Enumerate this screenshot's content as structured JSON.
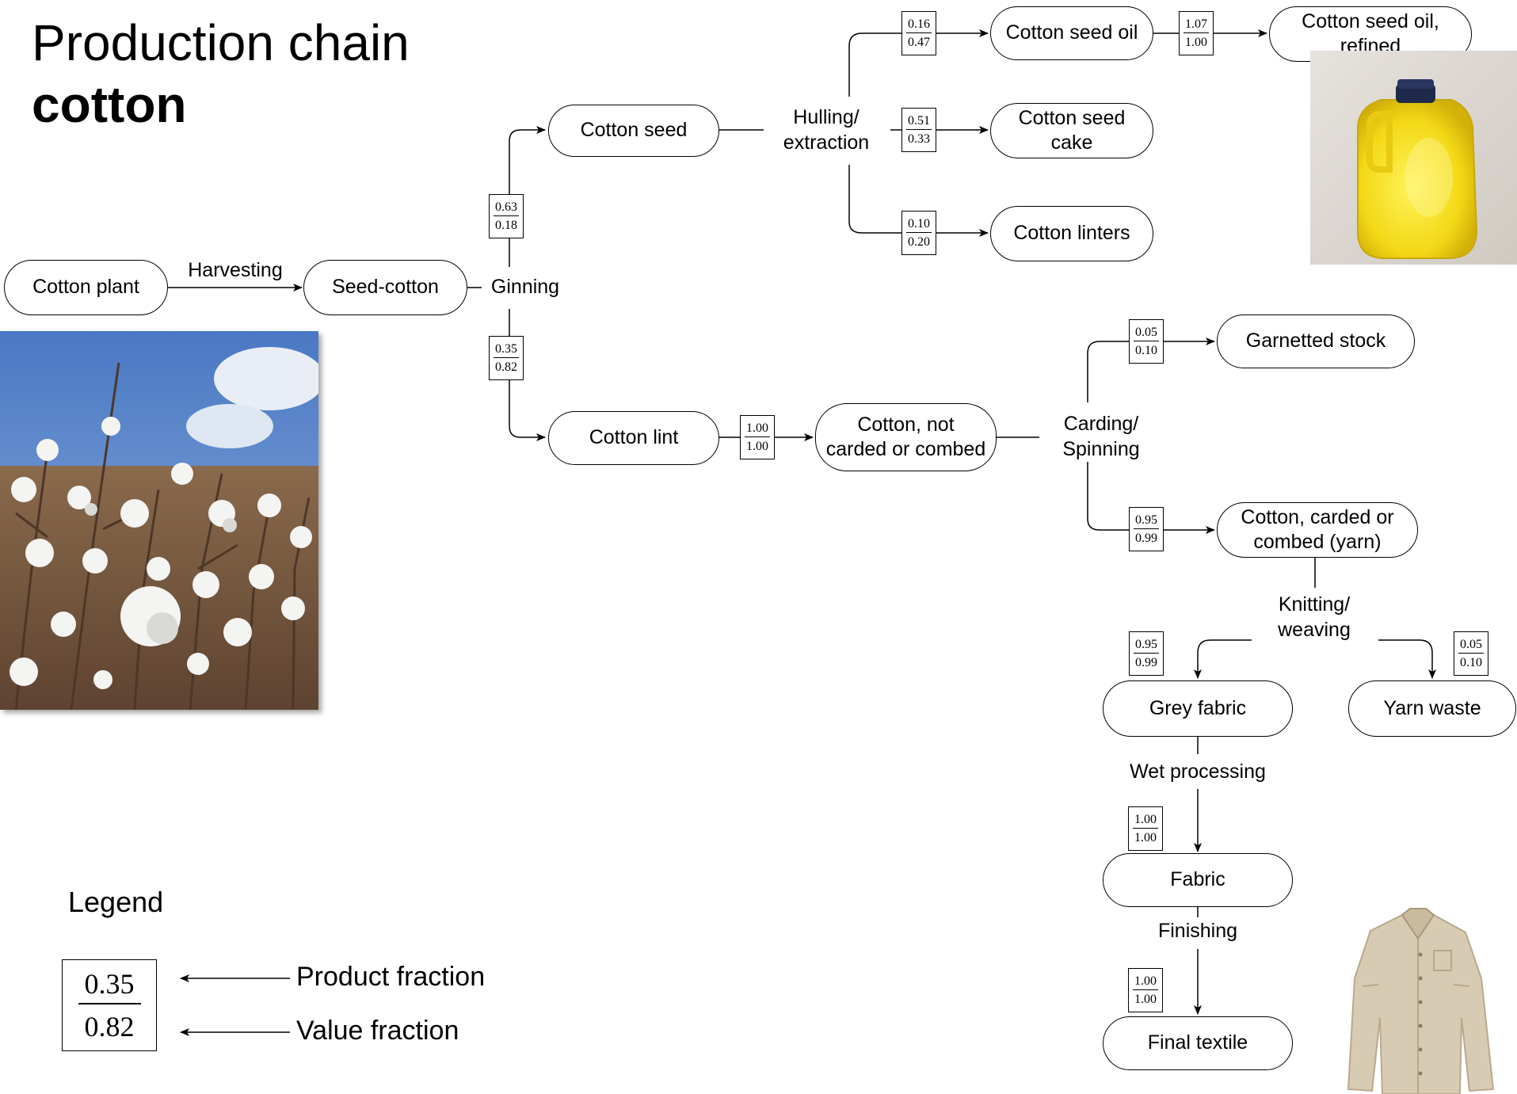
{
  "title": {
    "line1": "Production chain",
    "line2": "cotton"
  },
  "nodes": {
    "cotton_plant": "Cotton plant",
    "seed_cotton": "Seed-cotton",
    "cotton_seed": "Cotton seed",
    "cotton_lint": "Cotton lint",
    "cotton_seed_oil": "Cotton seed oil",
    "cotton_seed_oil_refined": "Cotton seed oil,\nrefined",
    "cotton_seed_cake": "Cotton seed\ncake",
    "cotton_linters": "Cotton linters",
    "cotton_not_carded": "Cotton, not\ncarded or combed",
    "garnetted_stock": "Garnetted stock",
    "cotton_carded_yarn": "Cotton, carded or\ncombed (yarn)",
    "grey_fabric": "Grey fabric",
    "yarn_waste": "Yarn waste",
    "fabric": "Fabric",
    "final_textile": "Final textile"
  },
  "processes": {
    "harvesting": "Harvesting",
    "ginning": "Ginning",
    "hulling": "Hulling/\nextraction",
    "carding": "Carding/\nSpinning",
    "knitting": "Knitting/\nweaving",
    "wet_processing": "Wet processing",
    "finishing": "Finishing"
  },
  "fractions": {
    "ginning_seed": {
      "product": "0.63",
      "value": "0.18"
    },
    "ginning_lint": {
      "product": "0.35",
      "value": "0.82"
    },
    "hulling_oil": {
      "product": "0.16",
      "value": "0.47"
    },
    "oil_refined": {
      "product": "1.07",
      "value": "1.00"
    },
    "hulling_cake": {
      "product": "0.51",
      "value": "0.33"
    },
    "hulling_linters": {
      "product": "0.10",
      "value": "0.20"
    },
    "lint_cotton": {
      "product": "1.00",
      "value": "1.00"
    },
    "carding_garnetted": {
      "product": "0.05",
      "value": "0.10"
    },
    "carding_yarn": {
      "product": "0.95",
      "value": "0.99"
    },
    "knitting_grey": {
      "product": "0.95",
      "value": "0.99"
    },
    "knitting_waste": {
      "product": "0.05",
      "value": "0.10"
    },
    "wet_fabric": {
      "product": "1.00",
      "value": "1.00"
    },
    "finishing_textile": {
      "product": "1.00",
      "value": "1.00"
    }
  },
  "legend": {
    "title": "Legend",
    "example": {
      "product": "0.35",
      "value": "0.82"
    },
    "product_label": "Product fraction",
    "value_label": "Value fraction"
  },
  "images": {
    "cotton_field": "cotton-field-photo",
    "oil_jug": "oil-jug-photo",
    "shirt": "shirt-photo"
  }
}
